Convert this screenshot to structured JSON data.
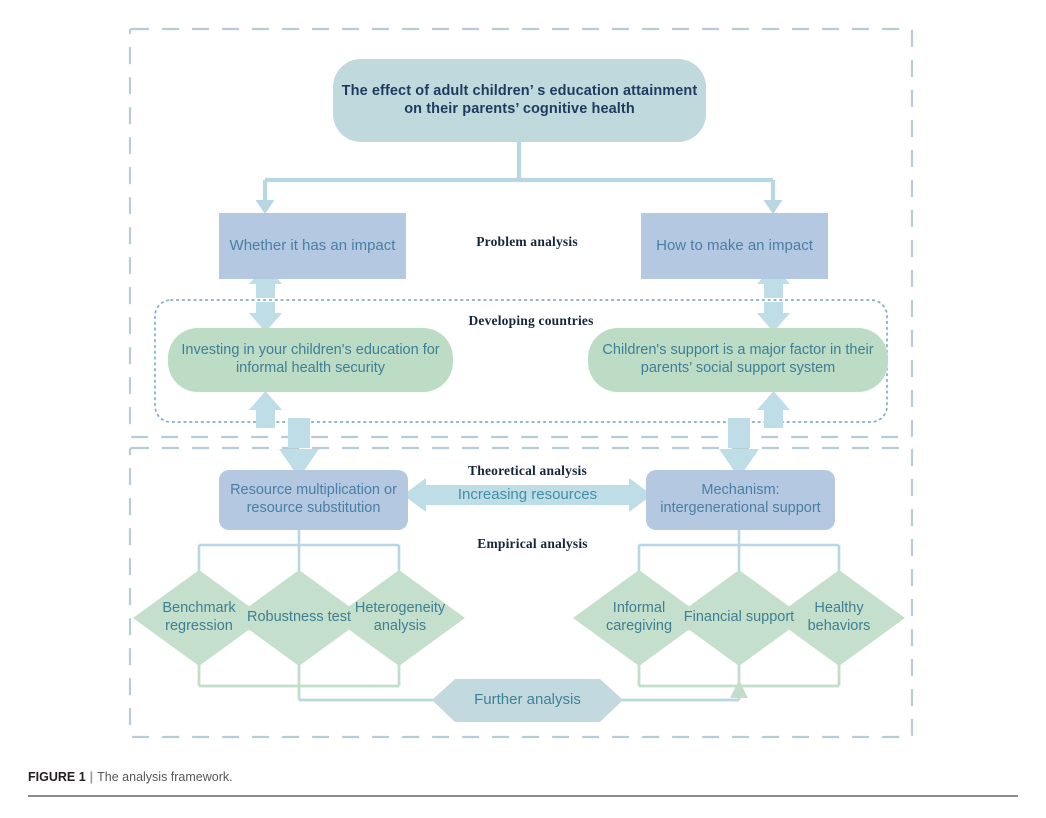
{
  "figure": {
    "caption_label": "FIGURE 1",
    "caption_divider": "|",
    "caption_text": "The analysis framework."
  },
  "colors": {
    "teal_fill": "#bfd9dd",
    "blue_fill": "#b4c8e1",
    "green_fill": "#bddcc6",
    "hex_fill": "#c2d9e0",
    "arrow_fill": "#bfdde6",
    "connector_stroke": "#b9d7e2",
    "green_connector_stroke": "#c2ddc9",
    "dashed_border": "#b9ccd6",
    "dotted_border": "#7fa9cf",
    "title_text": "#1f3a5f",
    "blue_text": "#4a7fa5",
    "green_text": "#3d7f95",
    "serif_label_text": "#15263b"
  },
  "nodes": {
    "title_box": {
      "name": "effect-title-box",
      "lines": [
        "The effect of adult children’  s",
        "education attainment on their parents’",
        "cognitive health"
      ],
      "text": "The effect of adult children’  s education attainment on their parents’ cognitive health"
    },
    "whether_impact": {
      "name": "whether-impact-box",
      "text": "Whether it has an impact"
    },
    "how_impact": {
      "name": "how-impact-box",
      "text": "How to make an impact"
    },
    "investing_education": {
      "name": "investing-education-box",
      "text": "Investing in your children's education for informal health security"
    },
    "children_support": {
      "name": "children-support-box",
      "text": "Children's support is a major factor in their parents’  social support system"
    },
    "resource_box": {
      "name": "resource-multiplication-box",
      "text": "Resource multiplication or resource substitution"
    },
    "mechanism_box": {
      "name": "mechanism-box",
      "text": "Mechanism: intergenerational support"
    },
    "further_analysis": {
      "name": "further-analysis-hexagon",
      "text": "Further analysis"
    }
  },
  "diamonds": {
    "left": [
      {
        "name": "benchmark-regression-diamond",
        "text": "Benchmark regression"
      },
      {
        "name": "robustness-test-diamond",
        "text": "Robustness test"
      },
      {
        "name": "heterogeneity-analysis-diamond",
        "text": "Heterogeneity analysis"
      }
    ],
    "right": [
      {
        "name": "informal-caregiving-diamond",
        "text": "Informal caregiving"
      },
      {
        "name": "financial-support-diamond",
        "text": "Financial support"
      },
      {
        "name": "healthy-behaviors-diamond",
        "text": "Healthy behaviors"
      }
    ]
  },
  "labels": {
    "problem_analysis": "Problem analysis",
    "developing_countries": "Developing countries",
    "theoretical_analysis": "Theoretical analysis",
    "increasing_resources": "Increasing resources",
    "empirical_analysis": "Empirical analysis"
  }
}
